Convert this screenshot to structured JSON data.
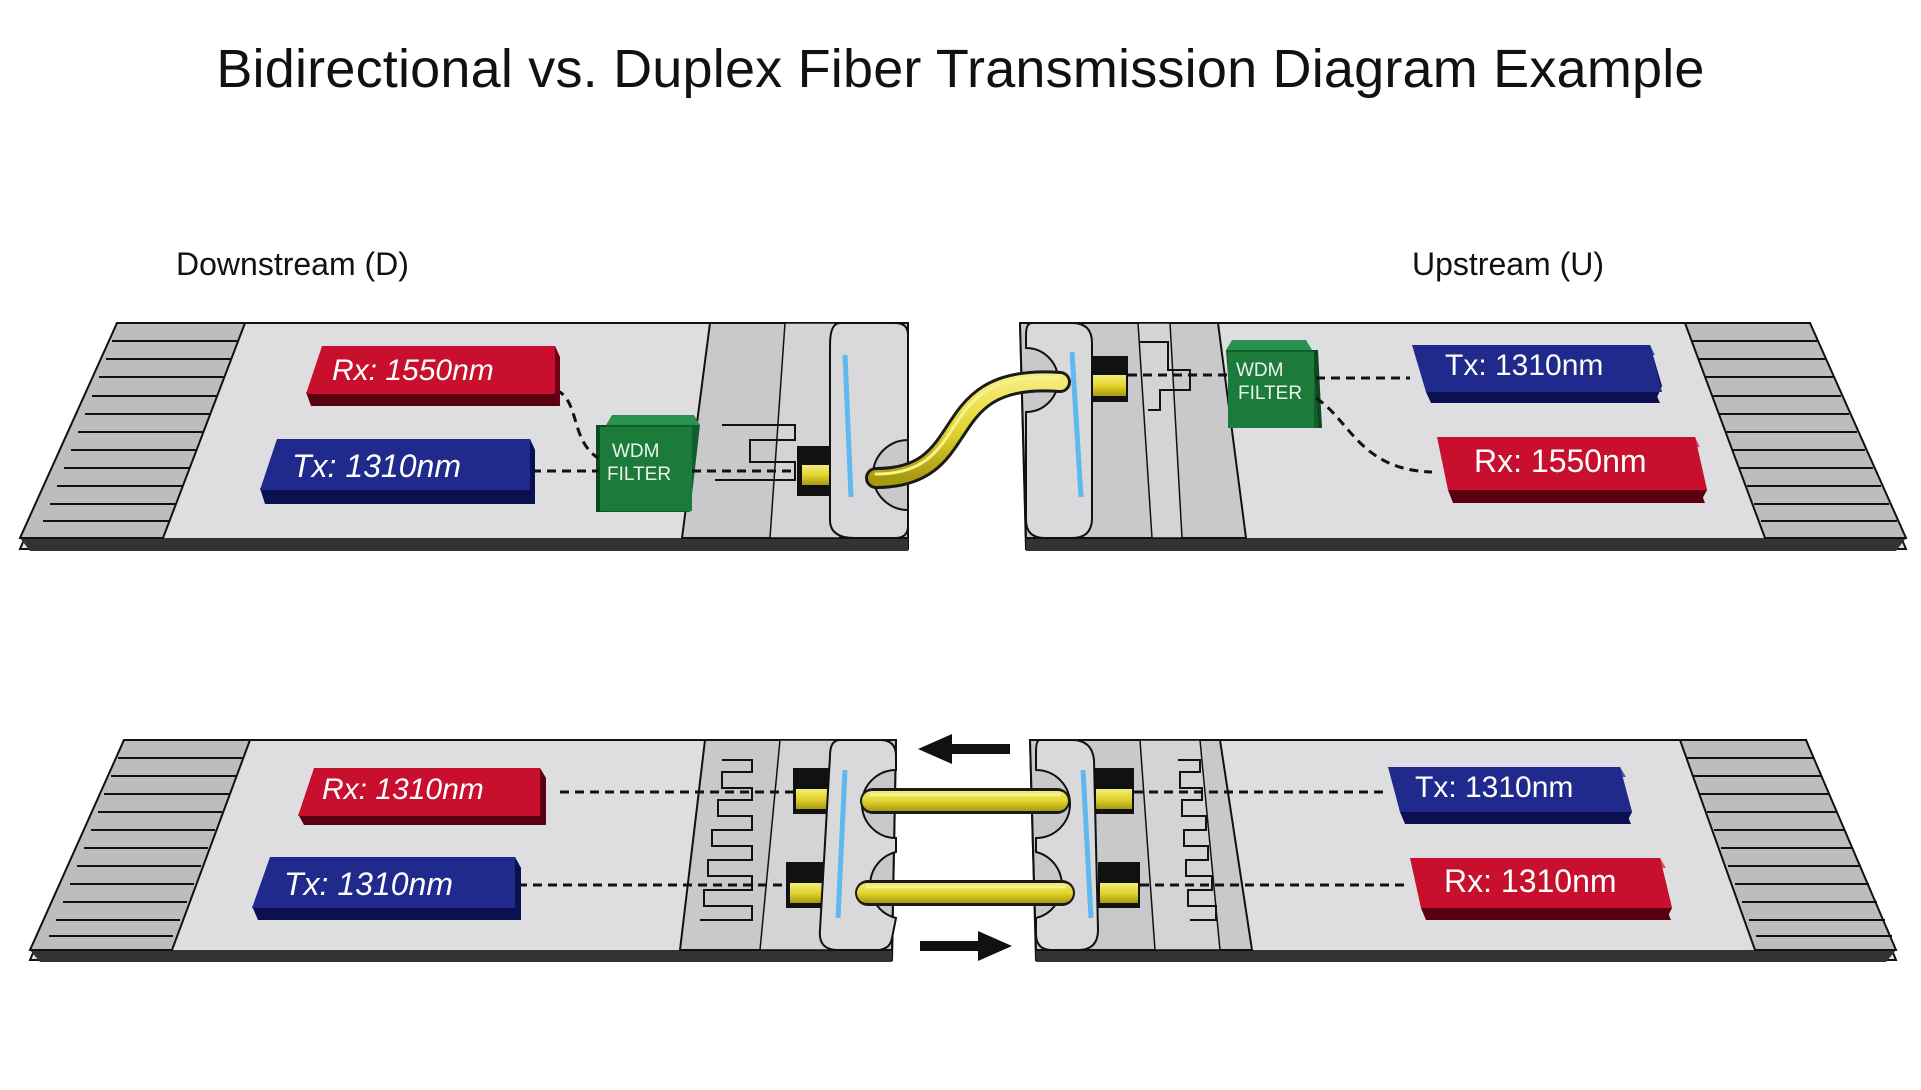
{
  "title": "Bidirectional vs. Duplex Fiber Transmission Diagram Example",
  "labels": {
    "downstream": "Downstream (D)",
    "upstream": "Upstream (U)"
  },
  "bidi": {
    "left_rx": "Rx: 1550nm",
    "left_tx": "Tx: 1310nm",
    "left_filter": [
      "WDM",
      "FILTER"
    ],
    "right_tx": "Tx: 1310nm",
    "right_rx": "Rx: 1550nm",
    "right_filter": [
      "WDM",
      "FILTER"
    ]
  },
  "duplex": {
    "left_rx": "Rx: 1310nm",
    "left_tx": "Tx: 1310nm",
    "right_tx": "Tx: 1310nm",
    "right_rx": "Rx: 1310nm"
  },
  "colors": {
    "rx_red": "#c8102e",
    "tx_blue": "#1f2a8c",
    "wdm_green": "#1c7a3a",
    "fiber_yellow": "#e6d83a",
    "lens_blue": "#5fb8f0",
    "board_gray": "#dedee0"
  },
  "icons": {
    "arrow_left": "arrow-left-icon",
    "arrow_right": "arrow-right-icon"
  }
}
